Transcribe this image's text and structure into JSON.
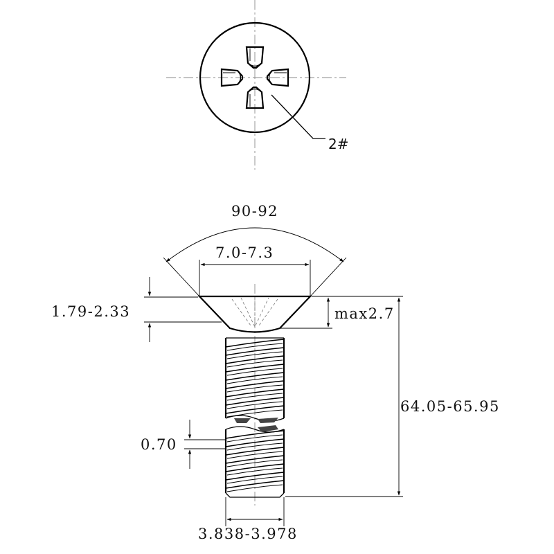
{
  "drawing": {
    "head_view": {
      "drive_callout": "2#"
    },
    "dimensions": {
      "head_angle": "90-92",
      "head_diameter": "7.0-7.3",
      "head_edge_height": "1.79-2.33",
      "head_height": "max2.7",
      "overall_length": "64.05-65.95",
      "thread_pitch": "0.70",
      "major_diameter": "3.838-3.978"
    }
  }
}
